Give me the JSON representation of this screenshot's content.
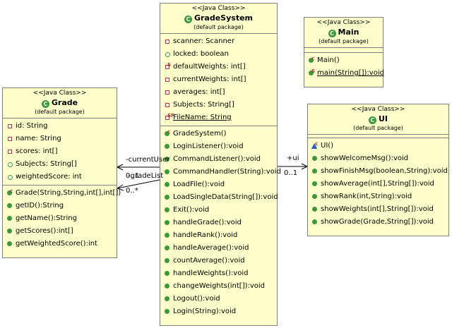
{
  "classes": {
    "grade": {
      "stereotype": "<<Java Class>>",
      "name": "Grade",
      "package": "(default package)",
      "attributes": [
        "id: String",
        "name: String",
        "scores: int[]",
        "Subjects: String[]",
        "weightedScore: int"
      ],
      "methods": [
        "Grade(String,String,int[],int[])",
        "getID():String",
        "getName():String",
        "getScores():int[]",
        "getWeightedScore():int"
      ]
    },
    "gradesystem": {
      "stereotype": "<<Java Class>>",
      "name": "GradeSystem",
      "package": "(default package)",
      "attributes": [
        "scanner: Scanner",
        "locked: boolean",
        "defaultWeights: int[]",
        "currentWeights: int[]",
        "averages: int[]",
        "Subjects: String[]",
        "FileName: String"
      ],
      "methods": [
        "GradeSystem()",
        "LoginListener():void",
        "CommandListener():void",
        "CommandHandler(String):void",
        "LoadFile():void",
        "LoadSingleData(String[]):void",
        "Exit():void",
        "handleGrade():void",
        "handleRank():void",
        "handleAverage():void",
        "countAverage():void",
        "handleWeights():void",
        "changeWeights(int[]):void",
        "Logout():void",
        "Login(String):void"
      ]
    },
    "main": {
      "stereotype": "<<Java Class>>",
      "name": "Main",
      "package": "(default package)",
      "methods": [
        "Main()",
        "main(String[]):void"
      ]
    },
    "ui": {
      "stereotype": "<<Java Class>>",
      "name": "UI",
      "package": "(default package)",
      "methods": [
        "UI()",
        "showWelcomeMsg():void",
        "showFinishMsg(boolean,String):void",
        "showAverage(int[],String[]):void",
        "showRank(int,String):void",
        "showWeights(int[],String[]):void",
        "showGrade(Grade,String[]):void"
      ]
    }
  },
  "associations": {
    "current_user_label": "-currentUser",
    "current_user_mult": "0..1",
    "grade_list_label": "-gradeList",
    "grade_list_mult": "0..*",
    "ui_label": "+ui",
    "ui_mult": "0..1"
  },
  "colors": {
    "class_fill": "#ffffcc",
    "border": "#808080",
    "class_icon": "#3a9a3a",
    "private_field": "#c03030"
  }
}
